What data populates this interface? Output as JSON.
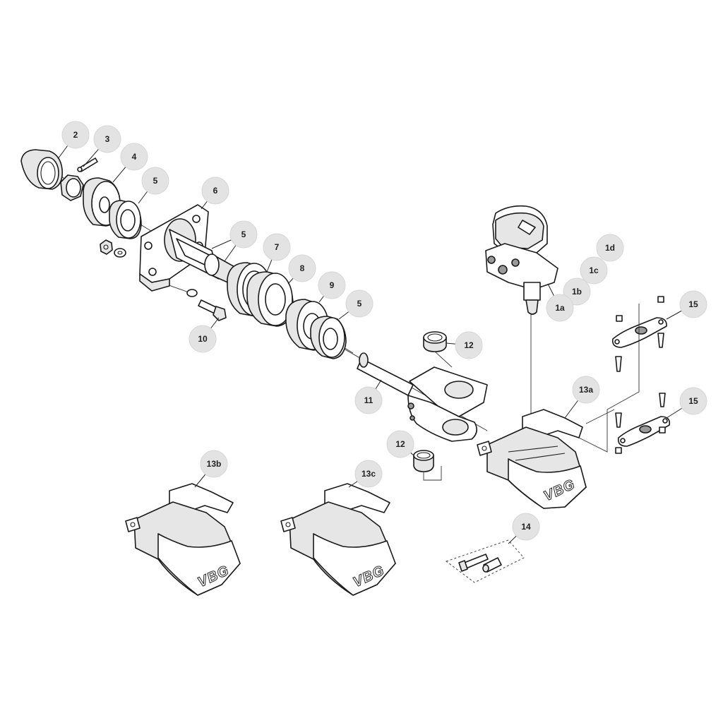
{
  "diagram": {
    "callouts": [
      "2",
      "3",
      "4",
      "5",
      "5",
      "6",
      "5",
      "7",
      "8",
      "9",
      "5",
      "10",
      "12",
      "11",
      "12",
      "1d",
      "1c",
      "1b",
      "1a",
      "15",
      "15",
      "13a",
      "13b",
      "13c",
      "14"
    ],
    "logo_text": "VBG"
  }
}
